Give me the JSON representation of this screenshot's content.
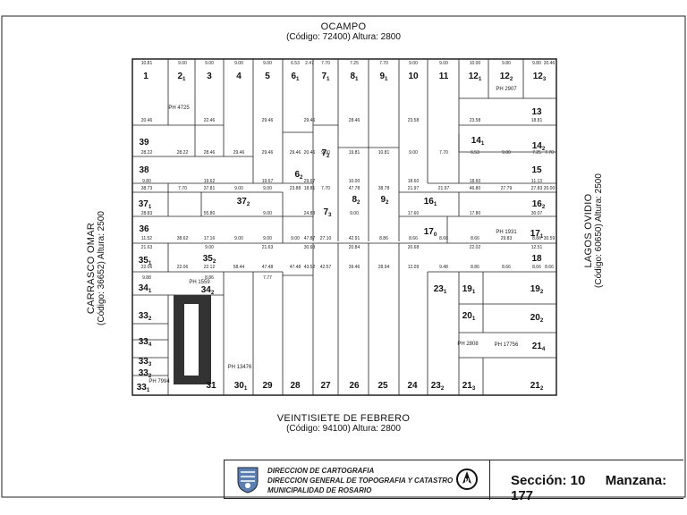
{
  "streets": {
    "top": {
      "name": "OCAMPO",
      "code": "(Código: 72400) Altura: 2800"
    },
    "bottom": {
      "name": "VEINTISIETE DE FEBRERO",
      "code": "(Código: 94100) Altura: 2800"
    },
    "left": {
      "name": "CARRASCO OMAR",
      "code": "(Código: 36652) Altura: 2500"
    },
    "right": {
      "name": "LAGOS OVIDIO",
      "code": "(Código: 60650) Altura: 2500"
    }
  },
  "footer": {
    "org_line1": "DIRECCION DE CARTOGRAFIA",
    "org_line2": "DIRECCION GENERAL DE TOPOGRAFIA Y CATASTRO",
    "org_line3": "MUNICIPALIDAD DE ROSARIO",
    "seccion": "Sección: 10",
    "manzana": "Manzana: 177",
    "north_icon": "north-arrow-icon",
    "logo_icon": "municipal-seal-icon"
  },
  "ph_labels": [
    "PH 4725",
    "PH 2907",
    "PH 1931",
    "PH 1559",
    "PH 13476",
    "PH 2808",
    "PH 17756",
    "PH 7994"
  ],
  "parcels_top": [
    "1",
    "2",
    "3",
    "4",
    "5",
    "6",
    "7",
    "8",
    "9",
    "10",
    "11",
    "12",
    "12",
    "12"
  ],
  "parcels_top_sub": [
    "",
    "1",
    "",
    "",
    "",
    "1",
    "1",
    "1",
    "1",
    "",
    "",
    "1",
    "2",
    "3"
  ],
  "parcels_right": [
    "13",
    "14",
    "15",
    "16",
    "17",
    "18",
    "19",
    "20",
    "21",
    "21"
  ],
  "parcels_right_sub": [
    "",
    "2",
    "",
    "2",
    "1",
    "",
    "2",
    "2",
    "4",
    "2"
  ],
  "parcels_mid": [
    "14",
    "16",
    "17",
    "19",
    "20",
    "23",
    "21",
    "6",
    "7",
    "7",
    "8",
    "9",
    "37",
    "35",
    "34",
    "33",
    "33",
    "33",
    "33",
    "33"
  ],
  "parcels_mid_sub": [
    "1",
    "1",
    "0",
    "1",
    "1",
    "1",
    "3",
    "2",
    "2",
    "3",
    "2",
    "2",
    "2",
    "2",
    "2",
    "2",
    "4",
    "3",
    "2",
    "1"
  ],
  "parcels_left": [
    "39",
    "38",
    "37",
    "36",
    "35",
    "34"
  ],
  "parcels_left_sub": [
    "",
    "",
    "1",
    "",
    "1",
    "1"
  ],
  "parcels_bottom": [
    "31",
    "30",
    "29",
    "28",
    "27",
    "26",
    "25",
    "24",
    "23"
  ],
  "parcels_bottom_sub": [
    "",
    "1",
    "",
    "",
    "",
    "",
    "",
    "",
    "2"
  ],
  "measures": [
    "10.81",
    "9.00",
    "9.00",
    "9.00",
    "9.00",
    "6.53",
    "2.47",
    "7.70",
    "7.25",
    "7.70",
    "9.00",
    "9.00",
    "10.00",
    "9.80",
    "9.80",
    "20.46",
    "20.46",
    "22.46",
    "29.46",
    "29.46",
    "28.46",
    "23.58",
    "23.58",
    "18.81",
    "28.22",
    "28.22",
    "28.46",
    "29.46",
    "29.46",
    "29.46",
    "20.46",
    "9.00",
    "19.81",
    "10.81",
    "9.00",
    "7.70",
    "6.53",
    "9.00",
    "7.25",
    "7.70",
    "9.80",
    "19.62",
    "19.67",
    "29.67",
    "10.00",
    "18.60",
    "18.60",
    "11.13",
    "38.73",
    "7.70",
    "37.81",
    "9.00",
    "9.00",
    "23.88",
    "18.81",
    "7.70",
    "47.78",
    "38.78",
    "21.97",
    "21.97",
    "46.80",
    "27.79",
    "27.83",
    "20.00",
    "28.83",
    "55.80",
    "9.00",
    "24.83",
    "9.00",
    "17.60",
    "17.80",
    "30.07",
    "11.52",
    "38.62",
    "17.16",
    "9.00",
    "9.00",
    "9.00",
    "47.87",
    "27.10",
    "42.91",
    "8.86",
    "8.66",
    "8.66",
    "8.66",
    "29.83",
    "8.86",
    "30.59",
    "21.63",
    "9.00",
    "21.63",
    "30.63",
    "20.84",
    "20.68",
    "22.02",
    "12.51",
    "22.06",
    "22.06",
    "22.12",
    "58.44",
    "47.48",
    "47.48",
    "43.52",
    "42.57",
    "39.46",
    "28.94",
    "12.09",
    "9.48",
    "8.86",
    "8.66",
    "8.66",
    "8.66",
    "9.88",
    "8.86",
    "7.77"
  ]
}
